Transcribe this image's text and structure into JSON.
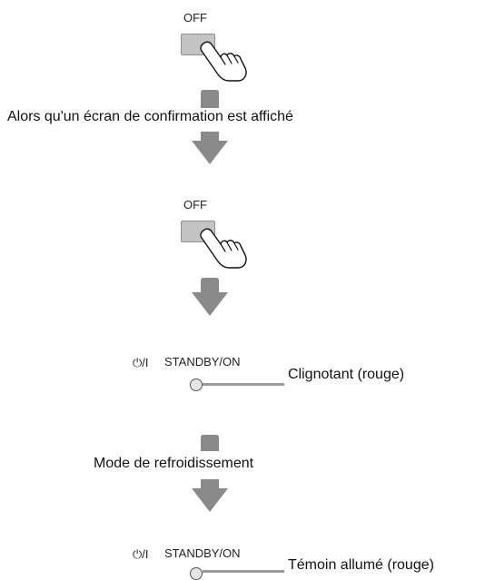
{
  "step1": {
    "button_label": "OFF"
  },
  "condition_text": "Alors qu'un écran de confirmation est affiché",
  "step2": {
    "button_label": "OFF"
  },
  "indicator1": {
    "panel_label": "STANDBY/ON",
    "power_symbol": "⏻/I",
    "status_text": "Clignotant (rouge)"
  },
  "mode_text": "Mode de refroidissement",
  "indicator2": {
    "panel_label": "STANDBY/ON",
    "power_symbol": "⏻/I",
    "status_text": "Témoin allumé (rouge)"
  },
  "colors": {
    "arrow": "#8a8a8a",
    "button": "#c4c4c4",
    "leader": "#9a9a9a"
  }
}
